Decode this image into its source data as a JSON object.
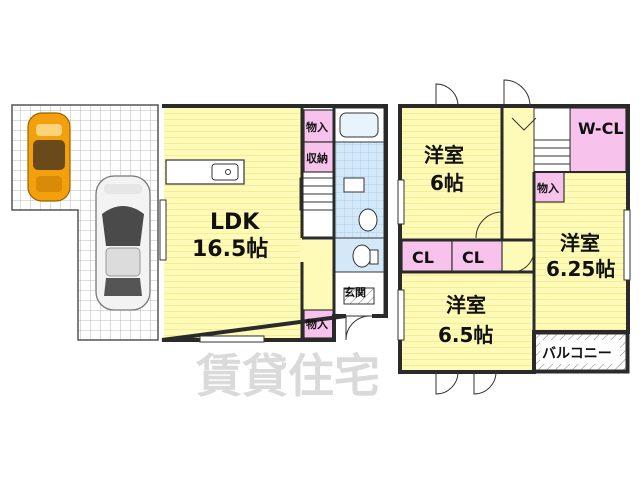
{
  "rooms": {
    "ldk_name": "LDK",
    "ldk_size": "16.5帖",
    "western1_name": "洋室",
    "western1_size": "6帖",
    "western2_name": "洋室",
    "western2_size": "6.5帖",
    "western3_name": "洋室",
    "western3_size": "6.25帖"
  },
  "storage": {
    "nyu": "物入",
    "shuno": "収納",
    "cl": "CL",
    "wcl": "W-CL"
  },
  "labels": {
    "entrance": "玄関",
    "balcony": "バルコニー",
    "watermark": "賃貸住宅"
  },
  "colors": {
    "room": "#fefbb8",
    "storage": "#f7c3ec",
    "wet": "#cfe6f8",
    "wall": "#2a2a2a",
    "car_orange": "#f2a10d"
  }
}
